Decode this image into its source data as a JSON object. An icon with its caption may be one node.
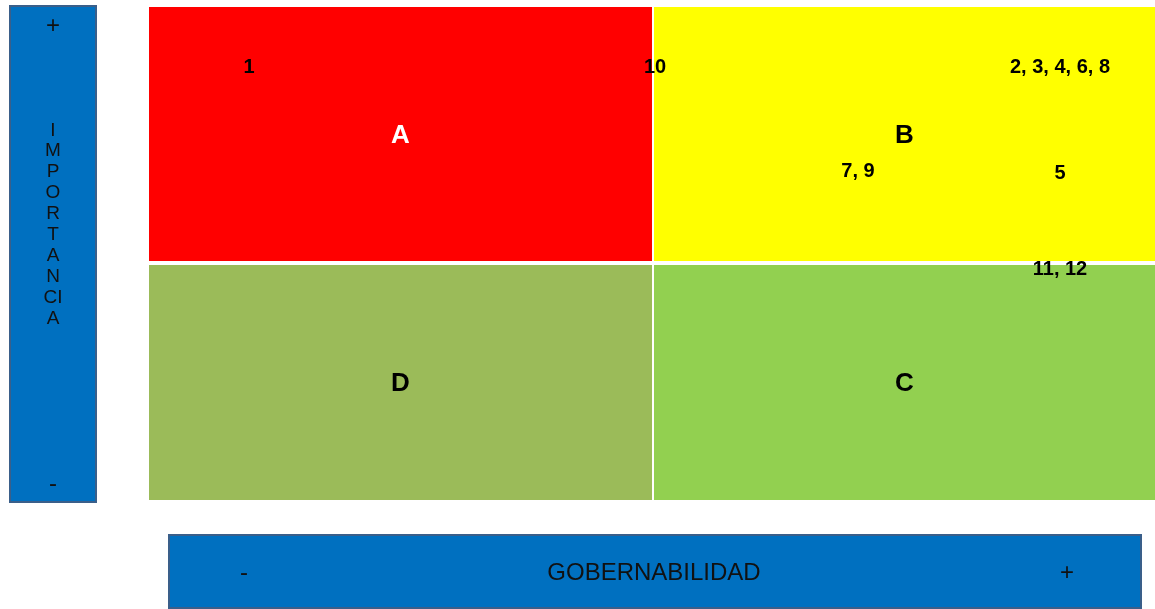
{
  "diagram": {
    "nodes": [
      {
        "text": [
          "+",
          "IMPORTANCIA",
          "-"
        ]
      },
      {
        "text": [
          "A"
        ]
      },
      {
        "text": [
          "B"
        ]
      },
      {
        "text": [
          "D"
        ]
      },
      {
        "text": [
          "C"
        ]
      },
      {
        "text": [
          "-",
          "GOBERNABILIDAD",
          "+"
        ]
      }
    ],
    "labels": [
      "1",
      "10",
      "2, 3, 4, 6, 8",
      "7, 9",
      "5",
      "11, 12"
    ]
  }
}
